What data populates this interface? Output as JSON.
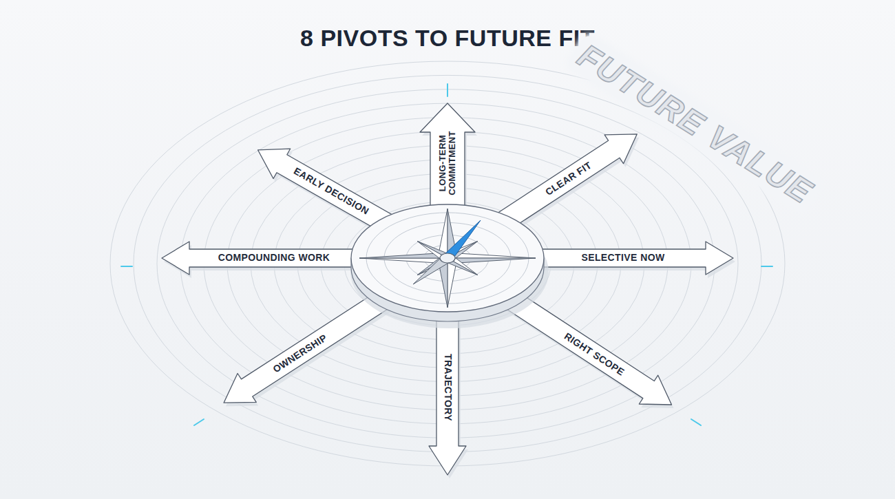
{
  "diagram": {
    "title": "8 PIVOTS TO FUTURE FIT",
    "labels": [
      "EARLY DECISION",
      "LONG-TERM COMMITMENT",
      "CLEAR FIT",
      "COMPOUNDING WORK",
      "SELECTIVE NOW",
      "OWNERSHIP",
      "TRAJECTORY",
      "RIGHT SCOPE",
      "FUTURE VALUE"
    ]
  }
}
